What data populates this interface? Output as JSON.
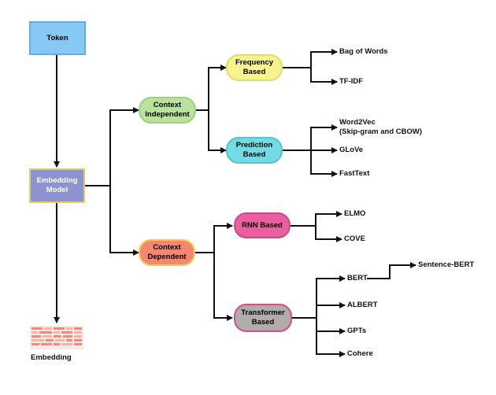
{
  "colors": {
    "token": "#87c9f5",
    "embedding_model": "#8b93d1",
    "context_independent": "#b9e39d",
    "context_dependent": "#f5866f",
    "frequency_based": "#f7f38e",
    "prediction_based": "#73dbe3",
    "rnn_based": "#ea5fa0",
    "transformer_based": "#b0acac",
    "lines": "#111111"
  },
  "nodes": {
    "token": "Token",
    "embedding_model": "Embedding\nModel",
    "embedding": "Embedding",
    "context_independent": "Context\nIndependent",
    "context_dependent": "Context\nDependent",
    "frequency_based": "Frequency\nBased",
    "prediction_based": "Prediction\nBased",
    "rnn_based": "RNN Based",
    "transformer_based": "Transformer\nBased"
  },
  "leaves": {
    "bag_of_words": "Bag of Words",
    "tf_idf": "TF-IDF",
    "word2vec": "Word2Vec",
    "word2vec_sub": "(Skip-gram and CBOW)",
    "glove": "GLoVe",
    "fasttext": "FastText",
    "elmo": "ELMO",
    "cove": "COVE",
    "bert": "BERT",
    "sentence_bert": "Sentence-BERT",
    "albert": "ALBERT",
    "gpts": "GPTs",
    "cohere": "Cohere"
  },
  "icons": {
    "embedding": "embedding-vector-grid-icon"
  }
}
